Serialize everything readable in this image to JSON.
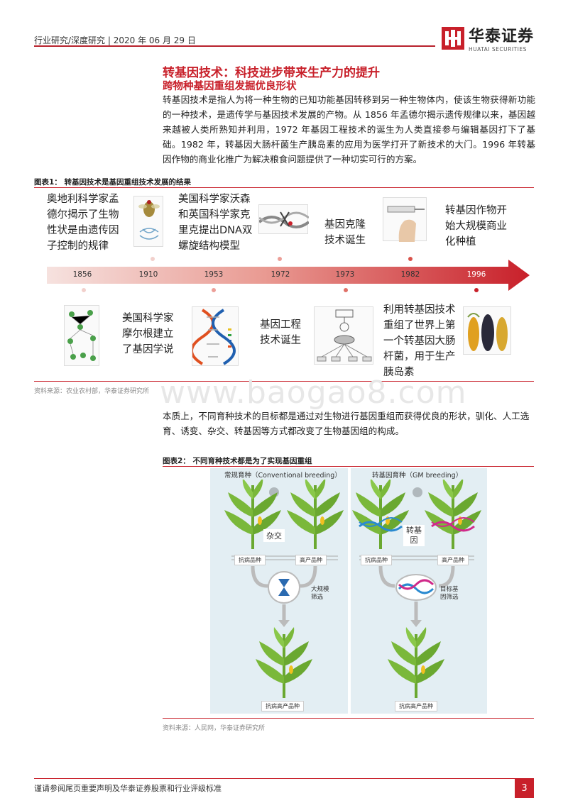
{
  "header": {
    "left": "行业研究/深度研究 | 2020 年 06 月 29 日",
    "brand_cn": "华泰证券",
    "brand_en": "HUATAI SECURITIES"
  },
  "title": "转基因技术：科技进步带来生产力的提升",
  "subtitle": "跨物种基因重组发掘优良形状",
  "paragraph1": "转基因技术是指人为将一种生物的已知功能基因转移到另一种生物体内，使该生物获得新功能的一种技术，是遗传学与基因技术发展的产物。从 1856 年孟德尔揭示遗传规律以来，基因越来越被人类所熟知并利用，1972 年基因工程技术的诞生为人类直接参与编辑基因打下了基础。1982 年，转基因大肠杆菌生产胰岛素的应用为医学打开了新技术的大门。1996 年转基因作物的商业化推广为解决粮食问题提供了一种切实可行的方案。",
  "figure1": {
    "label": "图表1：   转基因技术是基因重组技术发展的结果",
    "years": [
      "1856",
      "1910",
      "1953",
      "1972",
      "1973",
      "1982",
      "1996"
    ],
    "top_events": [
      "奥地利科学家孟\n德尔揭示了生物\n性状是由遗传因\n子控制的规律",
      "美国科学家沃森\n和英国科学家克\n里克提出DNA双\n螺旋结构模型",
      "基因克隆\n技术诞生",
      "转基因作物开\n始大规模商业\n化种植"
    ],
    "bottom_events": [
      "美国科学家\n摩尔根建立\n了基因学说",
      "基因工程\n技术诞生",
      "利用转基因技术\n重组了世界上第\n一个转基因大肠\n杆菌，用于生产\n胰岛素"
    ],
    "source": "资料来源：农业农村部，华泰证券研究所"
  },
  "watermark": "www.baogao8.com",
  "paragraph2": "本质上，不同育种技术的目标都是通过对生物进行基因重组而获得优良的形状，驯化、人工选育、诱变、杂交、转基因等方式都改变了生物基因组的构成。",
  "figure2": {
    "label": "图表2：   不同育种技术都是为了实现基因重组",
    "left_title": "常规育种（Conventional  breeding）",
    "right_title": "转基因育种（GM breeding）",
    "left_mid": "杂交",
    "right_mid": "转基\n因",
    "seed_a": "抗病品种",
    "seed_b": "高产品种",
    "left_select": "大规模\n筛选",
    "right_select": "目标基\n因筛选",
    "result": "抗病高产品种",
    "source": "资料来源：人民网，华泰证券研究所"
  },
  "footer": {
    "text": "谨请参阅尾页重要声明及华泰证券股票和行业评级标准",
    "page": "3"
  },
  "colors": {
    "accent": "#c8202a",
    "panel": "#e3eef3"
  }
}
